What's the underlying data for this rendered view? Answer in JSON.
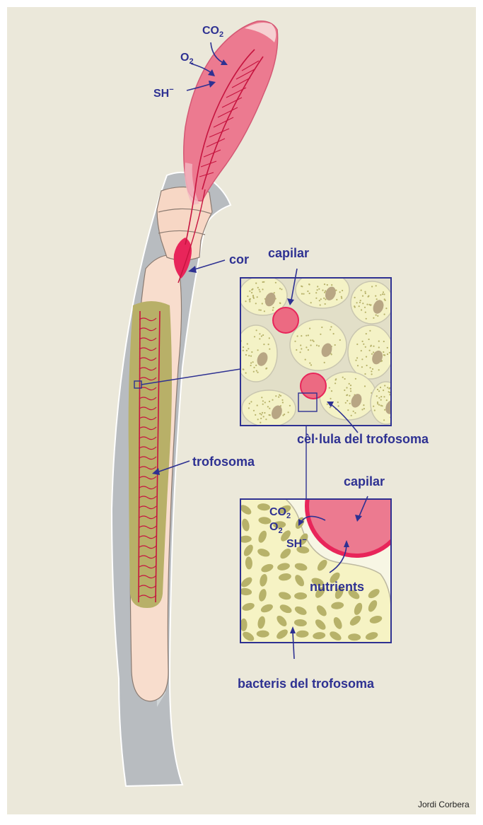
{
  "colors": {
    "background": "#ebe8da",
    "label": "#2e3192",
    "plume": "#ec7a90",
    "blood": "#e8255a",
    "trophosome": "#b8b068",
    "body": "#f8ddcd",
    "tube": "#b8bcc0",
    "cell_fill": "#f4f2c6",
    "bacteria": "#b7b26a"
  },
  "labels": {
    "co2_top": {
      "main": "CO",
      "sub": "2"
    },
    "o2_top": {
      "main": "O",
      "sub": "2"
    },
    "sh_top": {
      "main": "SH",
      "sup": "−"
    },
    "cor": "cor",
    "capilar_upper": "capilar",
    "trofosoma": "trofosoma",
    "cell_trofosoma": "cèl·lula del trofosoma",
    "capilar_lower": "capilar",
    "co2_inset": {
      "main": "CO",
      "sub": "2"
    },
    "o2_inset": {
      "main": "O",
      "sub": "2"
    },
    "sh_inset": {
      "main": "SH",
      "sup": "−"
    },
    "nutrients": "nutrients",
    "bacteris": "bacteris del trofosoma"
  },
  "credit": "Jordi Corbera"
}
